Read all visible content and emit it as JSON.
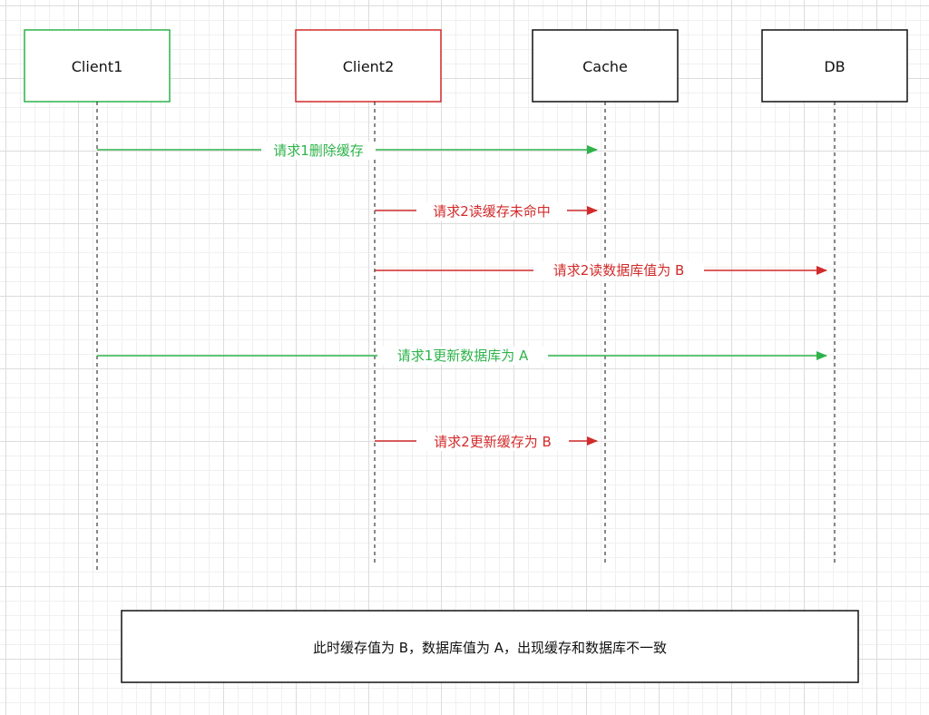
{
  "actors": [
    {
      "id": "client1",
      "label": "Client1",
      "color": "#2db34a"
    },
    {
      "id": "client2",
      "label": "Client2",
      "color": "#d22b2b"
    },
    {
      "id": "cache",
      "label": "Cache",
      "color": "#111111"
    },
    {
      "id": "db",
      "label": "DB",
      "color": "#111111"
    }
  ],
  "messages": [
    {
      "from": "client1",
      "to": "cache",
      "label": "请求1删除缓存",
      "color": "#2db34a"
    },
    {
      "from": "client2",
      "to": "cache",
      "label": "请求2读缓存未命中",
      "color": "#d22b2b"
    },
    {
      "from": "client2",
      "to": "db",
      "label": "请求2读数据库值为 B",
      "color": "#d22b2b"
    },
    {
      "from": "client1",
      "to": "db",
      "label": "请求1更新数据库为 A",
      "color": "#2db34a"
    },
    {
      "from": "client2",
      "to": "cache",
      "label": "请求2更新缓存为 B",
      "color": "#d22b2b"
    }
  ],
  "note": {
    "text": "此时缓存值为 B，数据库值为 A，出现缓存和数据库不一致"
  }
}
